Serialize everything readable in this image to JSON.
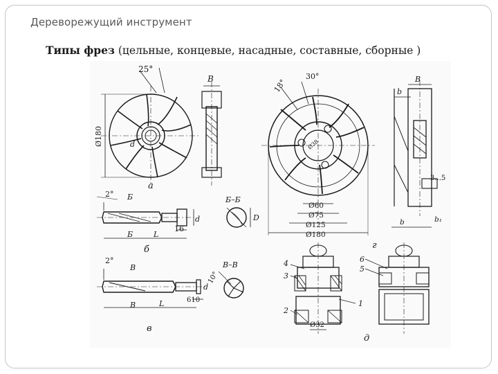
{
  "header": {
    "title": "Дереворежущий инструмент"
  },
  "subtitle": {
    "strong": "Типы фрез",
    "rest": " (цельные, концевые, насадные, составные, сборные )"
  },
  "figure": {
    "panel_labels": {
      "a": "а",
      "b": "б",
      "v": "в",
      "g": "г",
      "d": "д"
    },
    "fig_a": {
      "angle": "25°",
      "dia": "Ø180",
      "d": "d",
      "sec": "В"
    },
    "fig_b": {
      "angle": "2°",
      "sec1": "Б",
      "sec2": "Б",
      "L": "L",
      "n16": "16",
      "d": "d",
      "cut": "Б–Б",
      "D": "D"
    },
    "fig_v": {
      "angle": "2°",
      "sec1": "В",
      "sec2": "В",
      "L": "L",
      "n610": "610",
      "d": "d",
      "cut": "В–В",
      "ang10": "10°"
    },
    "fig_g": {
      "ang18": "18°",
      "ang30": "30°",
      "d60": "Ø60",
      "d75": "Ø75",
      "d125": "Ø125",
      "d180": "Ø180",
      "hub": "Ø38",
      "b": "b",
      "B": "В",
      "n35": "3...5",
      "b1": "b₁",
      "b2": "b"
    },
    "fig_d": {
      "n1": "1",
      "n2": "2",
      "n3": "3",
      "n4": "4",
      "n5": "5",
      "n6": "6",
      "d32": "Ø32"
    }
  }
}
